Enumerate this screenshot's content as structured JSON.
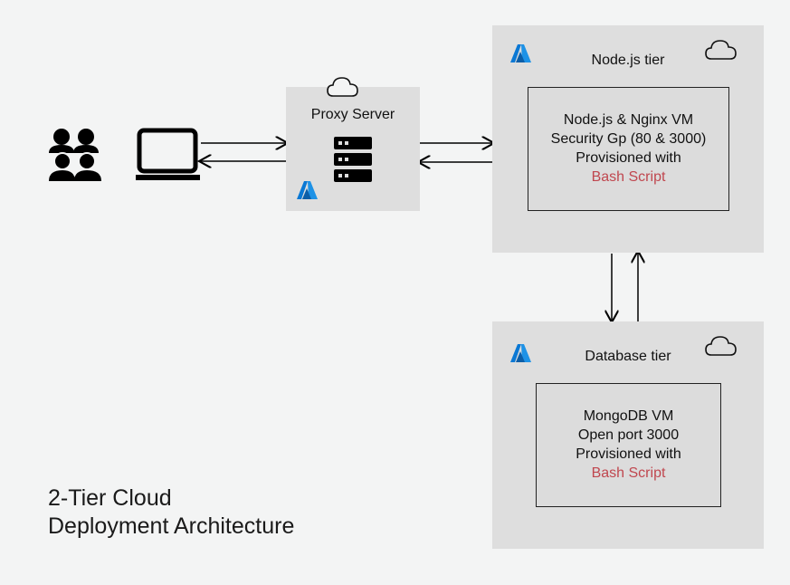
{
  "proxy": {
    "title": "Proxy Server"
  },
  "node_tier": {
    "title": "Node.js tier",
    "lines": [
      "Node.js & Nginx VM",
      "Security Gp (80 & 3000)",
      "Provisioned with"
    ],
    "highlight": "Bash Script"
  },
  "db_tier": {
    "title": "Database tier",
    "lines": [
      "MongoDB VM",
      "Open port 3000",
      "Provisioned with"
    ],
    "highlight": "Bash Script"
  },
  "caption": {
    "line1": "2-Tier Cloud",
    "line2": "Deployment Architecture"
  },
  "colors": {
    "accent": "#c0474f",
    "azure": "#0a78d4",
    "panel": "#dedede",
    "background": "#f3f4f4"
  },
  "icons": [
    "users-icon",
    "laptop-icon",
    "server-icon",
    "cloud-icon",
    "azure-logo-icon"
  ]
}
